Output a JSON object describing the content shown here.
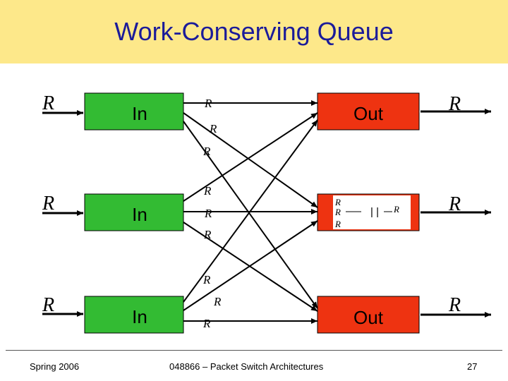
{
  "title": "Work-Conserving Queue",
  "rate_symbol": "R",
  "inputs": [
    {
      "label": "In",
      "rate_label": "R"
    },
    {
      "label": "In",
      "rate_label": "R"
    },
    {
      "label": "In",
      "rate_label": "R"
    }
  ],
  "outputs": [
    {
      "label": "Out",
      "rate_label": "R"
    },
    {
      "label": "",
      "rate_label": "R",
      "queue_text": "| |",
      "arrival_labels": [
        "R",
        "R",
        "R"
      ],
      "departure_label": "R"
    },
    {
      "label": "Out",
      "rate_label": "R"
    }
  ],
  "colors": {
    "title_band": "#fde88a",
    "title_text": "#1b1b9a",
    "input_box": "#33bb33",
    "output_box": "#ee3311"
  },
  "footer": {
    "left": "Spring 2006",
    "center": "048866 – Packet Switch Architectures",
    "right": "27"
  }
}
